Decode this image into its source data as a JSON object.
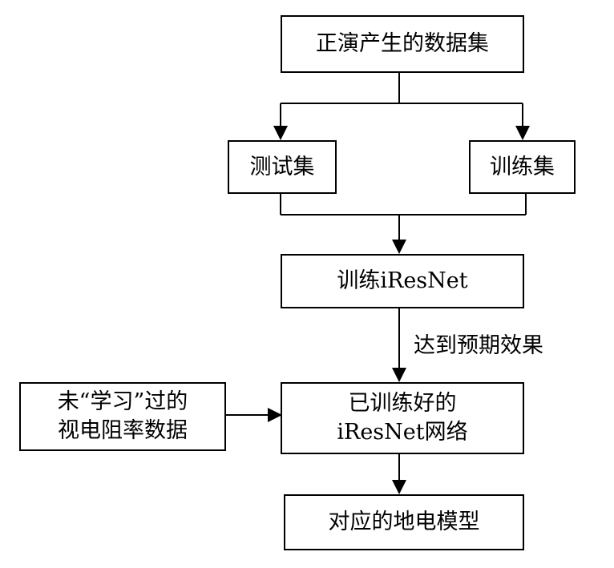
{
  "nodes": {
    "dataset": "正演产生的数据集",
    "test_set": "测试集",
    "train_set": "训练集",
    "train_net": "训练iResNet",
    "trained_net": [
      "已训练好的",
      "iResNet网络"
    ],
    "unlearned_data": [
      "未“学习”过的",
      "视电阻率数据"
    ],
    "geo_model": "对应的地电模型"
  },
  "edge_labels": {
    "expected_effect": "达到预期效果"
  }
}
